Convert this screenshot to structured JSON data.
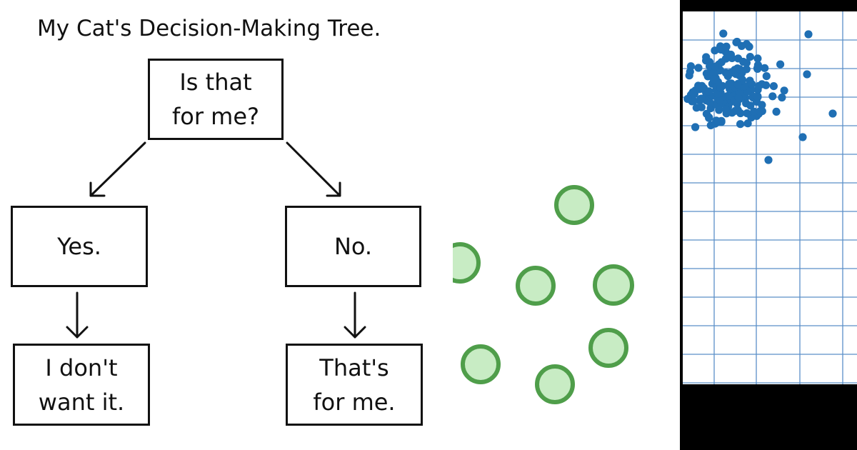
{
  "diagram": {
    "title": "My Cat's Decision-Making Tree.",
    "nodes": {
      "root": "Is that\nfor me?",
      "yes": "Yes.",
      "no": "No.",
      "yes_outcome": "I don't\nwant it.",
      "no_outcome": "That's\nfor me."
    }
  },
  "colors": {
    "ink": "#111111",
    "circle_fill": "#c8ecc4",
    "circle_stroke": "#4f9e4a",
    "scatter_point": "#1f6fb4",
    "grid_line": "#5a8fc8",
    "panel_background": "#000000"
  }
}
